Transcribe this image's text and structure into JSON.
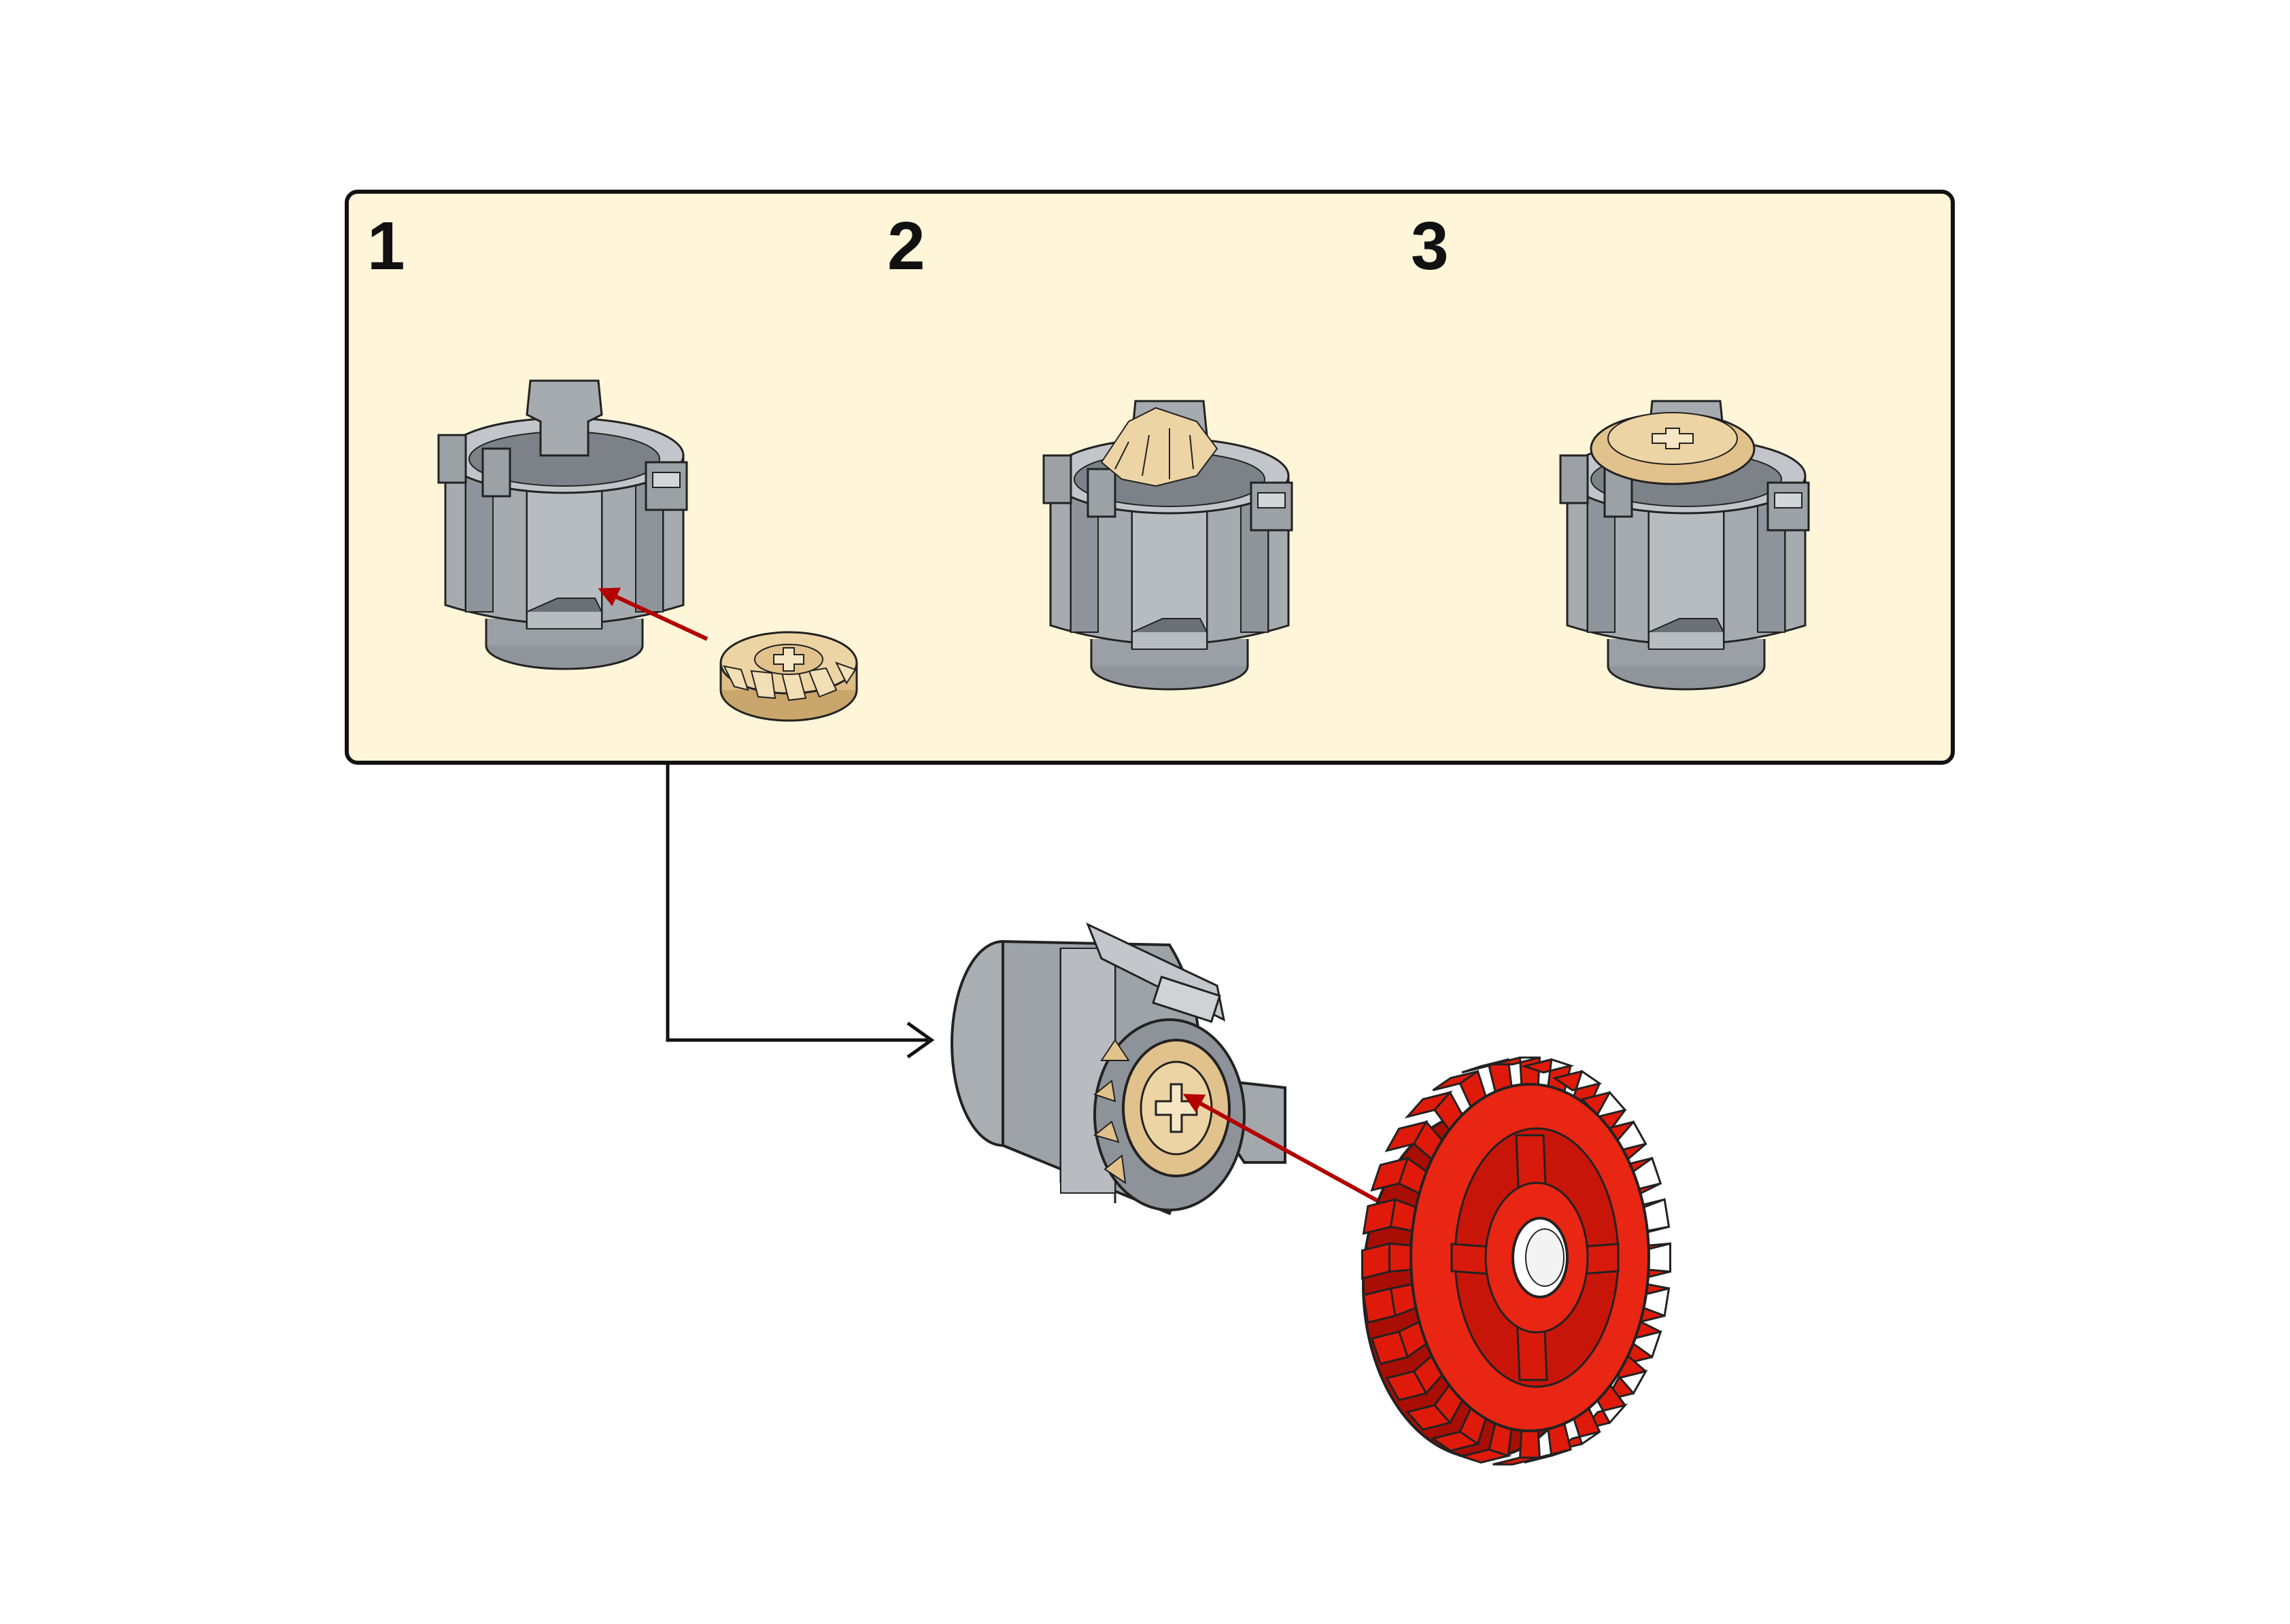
{
  "instructions": {
    "substeps": [
      {
        "number": "1"
      },
      {
        "number": "2"
      },
      {
        "number": "3"
      }
    ],
    "colors": {
      "callout_background": "#FFF5D9",
      "callout_border": "#111111",
      "housing_gray": "#A0A5AA",
      "housing_gray_light": "#C4C8CC",
      "housing_gray_dark": "#7E8489",
      "bevel_gear_tan": "#E8CC98",
      "bevel_gear_tan_dark": "#C9A66B",
      "spur_gear_red": "#E01A0A",
      "spur_gear_red_dark": "#A80E04",
      "red_arrow": "#B30000",
      "connector_line": "#111111"
    },
    "parts": {
      "housing": "differential-housing",
      "small_gear": "bevel-gear-12-tooth",
      "large_gear": "spur-gear-28-tooth"
    }
  }
}
